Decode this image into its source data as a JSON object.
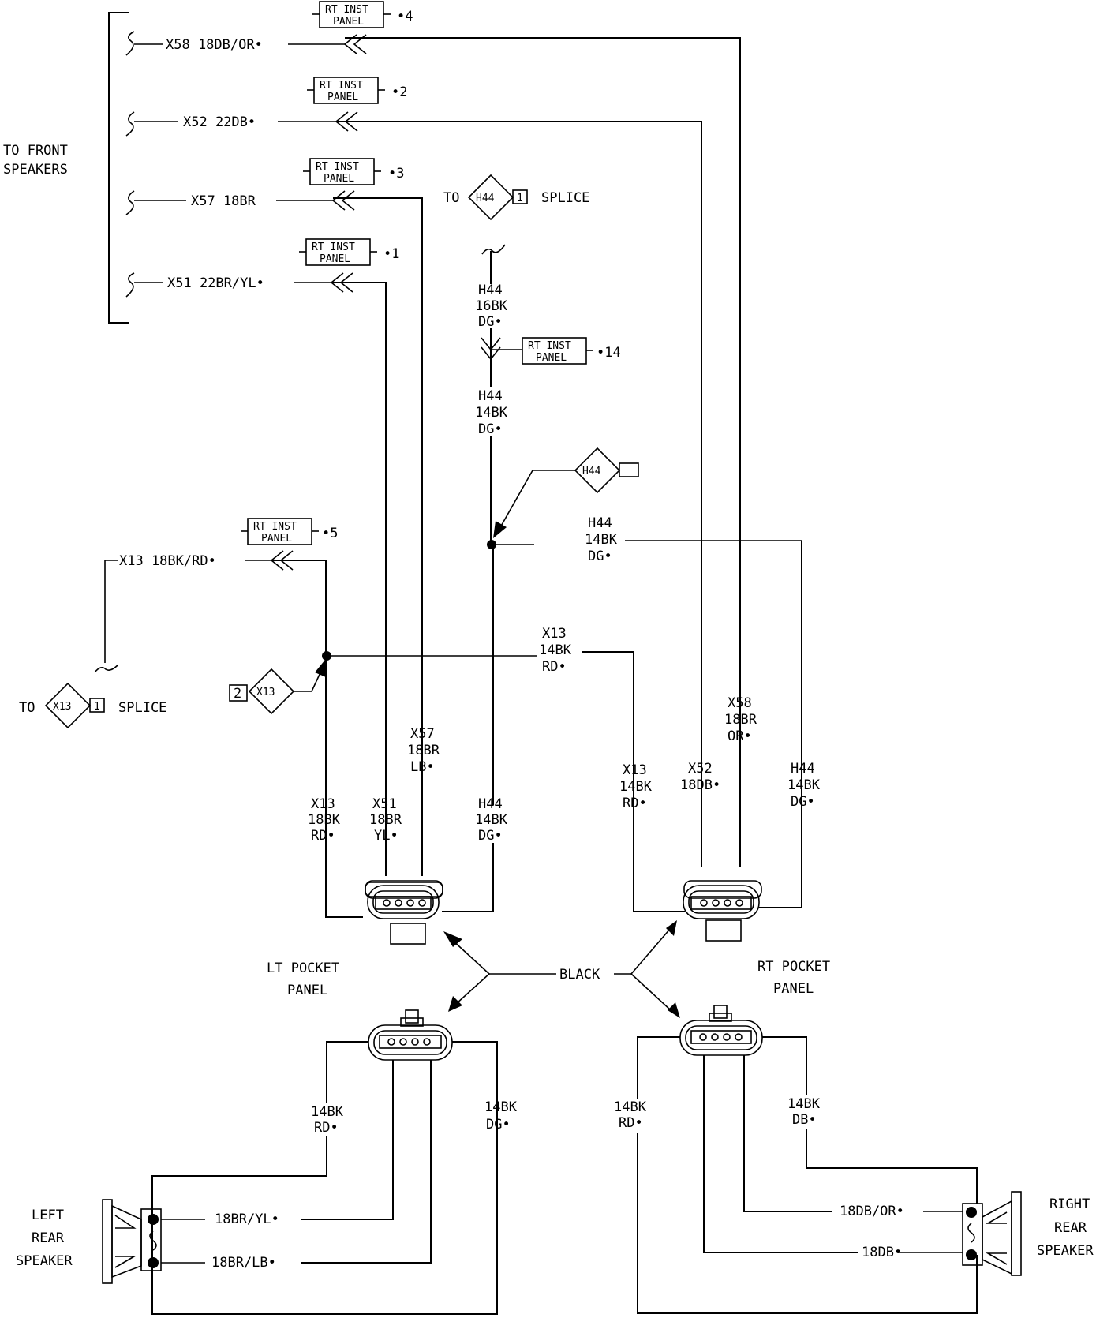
{
  "front": {
    "label": [
      "TO FRONT",
      "SPEAKERS"
    ]
  },
  "rt_inst": [
    "RT INST",
    "PANEL"
  ],
  "front_wires": [
    {
      "label": "X58  18DB/OR•",
      "pin": "•4"
    },
    {
      "label": "X52  22DB•",
      "pin": "•2"
    },
    {
      "label": "X57  18BR",
      "pin": "•3"
    },
    {
      "label": "X51  22BR/YL•",
      "pin": "•1"
    }
  ],
  "x13_wire": {
    "label": "X13  18BK/RD•",
    "pin": "•5"
  },
  "h44_top_splice": {
    "to": "TO",
    "code": "H44",
    "pin": "1",
    "text": "SPLICE"
  },
  "h44_upper": [
    "H44",
    "16BK",
    "DG•"
  ],
  "h44_connector_pin": "•14",
  "h44_lower": [
    "H44",
    "14BK",
    "DG•"
  ],
  "h44_marker": "H44",
  "h44_branch": [
    "H44",
    "14BK",
    "DG•"
  ],
  "x13_branch": [
    "X13",
    "14BK",
    "RD•"
  ],
  "x13_marker": {
    "pin": "2",
    "code": "X13"
  },
  "x13_splice": {
    "to": "TO",
    "code": "X13",
    "pin": "1",
    "text": "SPLICE"
  },
  "lt_wires": [
    [
      "X13",
      "18BK",
      "RD•"
    ],
    [
      "X51",
      "18BR",
      "YL•"
    ],
    [
      "X57",
      "18BR",
      "LB•"
    ],
    [
      "H44",
      "14BK",
      "DG•"
    ]
  ],
  "rt_wires": [
    [
      "X13",
      "14BK",
      "RD•"
    ],
    [
      "X52",
      "18DB•"
    ],
    [
      "X58",
      "18BR",
      "OR•"
    ],
    [
      "H44",
      "14BK",
      "DG•"
    ]
  ],
  "pocket": {
    "lt": [
      "LT POCKET",
      "PANEL"
    ],
    "rt": [
      "RT POCKET",
      "PANEL"
    ],
    "color": "BLACK"
  },
  "lt_lower_wires": [
    [
      "14BK",
      "RD•"
    ],
    [
      "14BK",
      "DG•"
    ]
  ],
  "rt_lower_wires": [
    [
      "14BK",
      "RD•"
    ],
    [
      "14BK",
      "DB•"
    ]
  ],
  "left_speaker": {
    "label": [
      "LEFT",
      "REAR",
      "SPEAKER"
    ],
    "wires": [
      "18BR/YL•",
      "18BR/LB•"
    ]
  },
  "right_speaker": {
    "label": [
      "RIGHT",
      "REAR",
      "SPEAKER"
    ],
    "wires": [
      "18DB/OR•",
      "18DB•"
    ]
  }
}
